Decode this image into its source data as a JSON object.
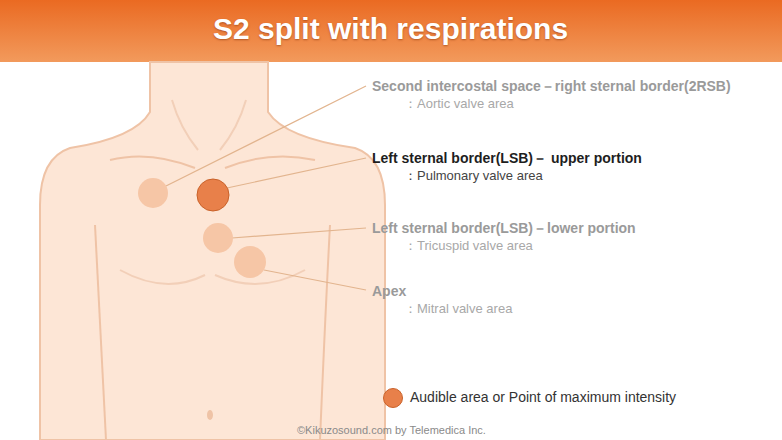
{
  "diagram": {
    "title": "S2 split with respirations",
    "labels": [
      "Second intercostal space－right sternal border(2RSB)",
      "：Aortic valve area",
      "Left sternal border(LSB)－ upper portion",
      "：Pulmonary valve area",
      "Left sternal border(LSB)－lower portion",
      "：Tricuspid valve area",
      "Apex",
      "：Mitral valve area",
      "©Kikuzosound.com by Telemedica Inc."
    ],
    "legend": [
      {
        "text": "Audible area or Point of maximum intensity",
        "color": "#e8804a"
      }
    ]
  }
}
